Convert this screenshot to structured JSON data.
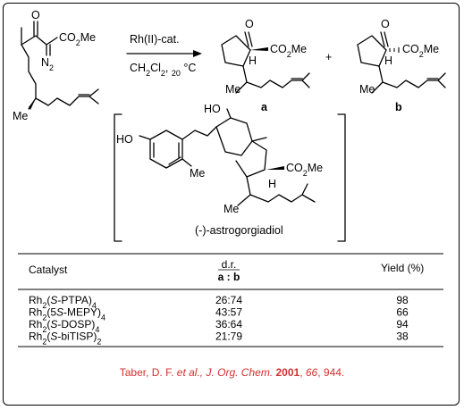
{
  "scheme": {
    "reagent_above": "Rh(II)-cat.",
    "reagent_below": "CH2Cl2, 20 °C",
    "plus": "+",
    "product_a_label": "a",
    "product_b_label": "b",
    "natural_product_name": "(-)-astrogorgiadiol",
    "atom_labels": {
      "O": "O",
      "CO2Me": "CO2Me",
      "N2": "N2",
      "Me": "Me",
      "H": "H",
      "HO": "HO"
    }
  },
  "table": {
    "headers": {
      "catalyst": "Catalyst",
      "dr": "d.r.",
      "dr_sub": "a : b",
      "yield": "Yield (%)"
    },
    "rows": [
      {
        "catalyst": "Rh2(S-PTPA)4",
        "dr": "26:74",
        "yield": "98"
      },
      {
        "catalyst": "Rh2(5S-MEPY)4",
        "dr": "43:57",
        "yield": "66"
      },
      {
        "catalyst": "Rh2(S-DOSP)4",
        "dr": "36:64",
        "yield": "94"
      },
      {
        "catalyst": "Rh2(S-biTISP)2",
        "dr": "21:79",
        "yield": "38"
      }
    ]
  },
  "reference": {
    "authors": "Taber, D. F.",
    "etal": "et al., J. Org. Chem.",
    "year": "2001",
    "volume": "66",
    "pages": "944."
  }
}
